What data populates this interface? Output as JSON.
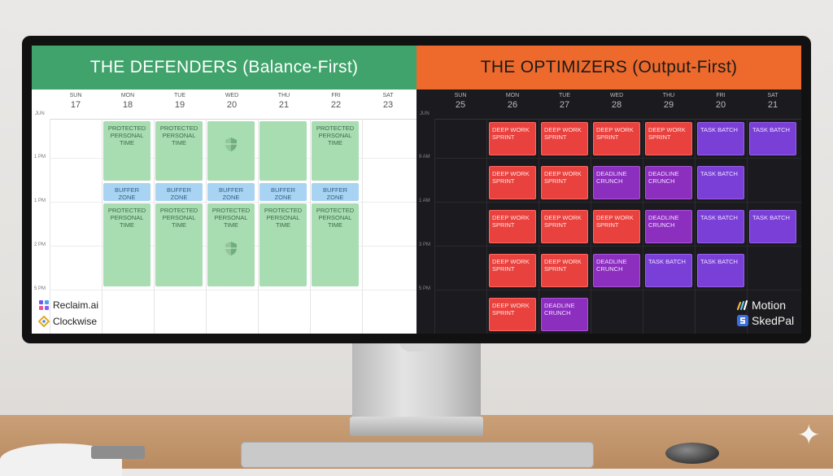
{
  "left_panel": {
    "title": "THE DEFENDERS (Balance-First)",
    "month": "JUN",
    "days": [
      {
        "name": "SUN",
        "date": "17"
      },
      {
        "name": "MON",
        "date": "18"
      },
      {
        "name": "TUE",
        "date": "19"
      },
      {
        "name": "WED",
        "date": "20"
      },
      {
        "name": "THU",
        "date": "21"
      },
      {
        "name": "FRI",
        "date": "22"
      },
      {
        "name": "SAT",
        "date": "23"
      }
    ],
    "times": [
      "1 PM",
      "1 PM",
      "2 PM",
      "5 PM"
    ],
    "events": {
      "protected": "PROTECTED PERSONAL TIME",
      "buffer": "BUFFER ZONE"
    },
    "brands": [
      {
        "name": "Reclaim.ai",
        "icon": "reclaim-logo-icon"
      },
      {
        "name": "Clockwise",
        "icon": "clockwise-logo-icon"
      }
    ],
    "colors": {
      "header": "#3fa36b",
      "protected": "#a8dcb1",
      "buffer": "#a9d3f2"
    }
  },
  "right_panel": {
    "title": "THE OPTIMIZERS (Output-First)",
    "month": "JUN",
    "days": [
      {
        "name": "SUN",
        "date": "25"
      },
      {
        "name": "MON",
        "date": "26"
      },
      {
        "name": "TUE",
        "date": "27"
      },
      {
        "name": "WED",
        "date": "28"
      },
      {
        "name": "THU",
        "date": "29"
      },
      {
        "name": "FRI",
        "date": "20"
      },
      {
        "name": "SAT",
        "date": "21"
      }
    ],
    "times": [
      "9 AM",
      "1 AM",
      "3 PM",
      "5 PM"
    ],
    "events": {
      "deep": "DEEP WORK SPRINT",
      "crunch": "DEADLINE CRUNCH",
      "batch": "TASK BATCH"
    },
    "brands": [
      {
        "name": "Motion",
        "icon": "motion-logo-icon"
      },
      {
        "name": "SkedPal",
        "icon": "skedpal-logo-icon"
      }
    ],
    "colors": {
      "header": "#ee6a2c",
      "deep": "#e8413e",
      "crunch": "#8c2fbf",
      "batch": "#7a3fd6"
    }
  }
}
